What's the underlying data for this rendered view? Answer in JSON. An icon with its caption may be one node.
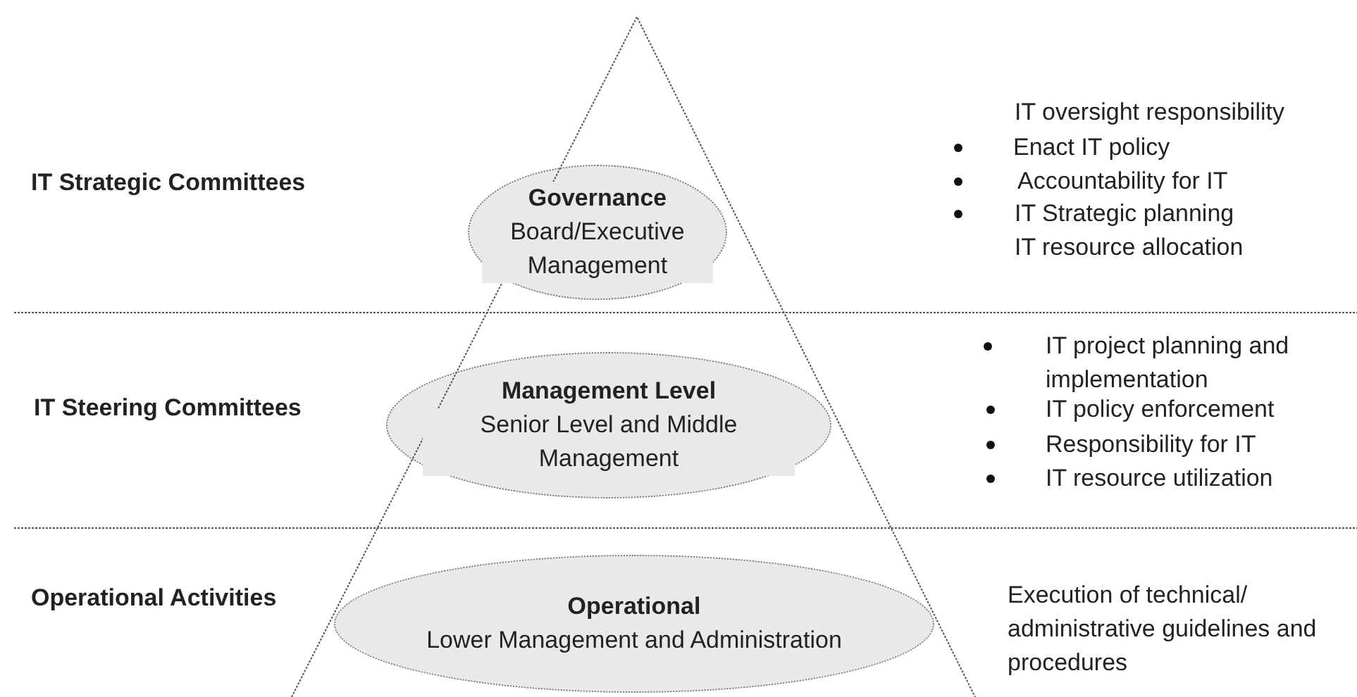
{
  "diagram": {
    "nodes": [
      {
        "text": [
          "Governance",
          "Board/Executive Management"
        ]
      },
      {
        "text": [
          "Management Level",
          "Senior Level and Middle Management"
        ]
      },
      {
        "text": [
          "Operational",
          "Lower Management and Administration"
        ]
      }
    ],
    "labels": [
      "IT oversight responsibility",
      "IT Strategic Committees",
      "Enact IT policy",
      "Accountability for IT",
      "IT Strategic planning",
      "IT resource allocation",
      "IT Steering Committees",
      "IT project planning and implementation",
      "IT policy enforcement",
      "Responsibility for IT",
      "IT resource utilization",
      "Operational Activities",
      "Execution of technical/ administrative guidelines and procedures"
    ]
  }
}
